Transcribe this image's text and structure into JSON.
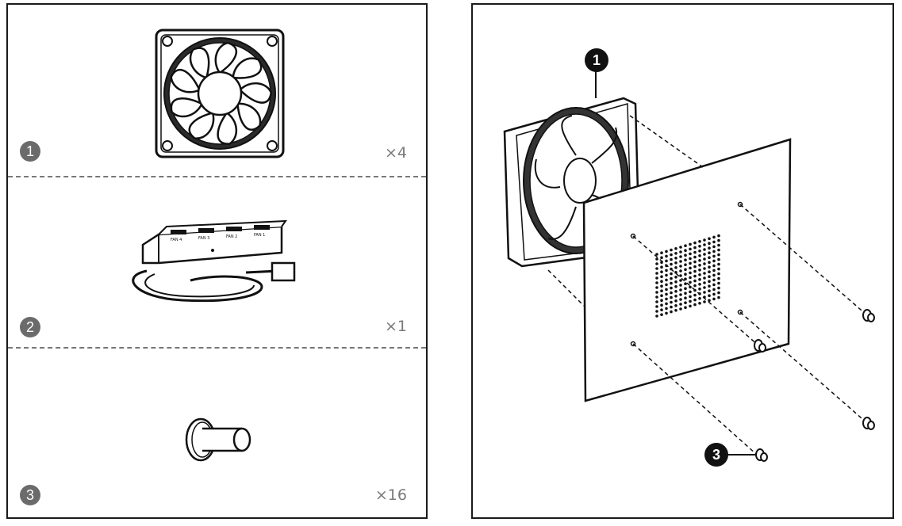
{
  "parts": [
    {
      "number": "1",
      "item_icon": "fan-icon",
      "quantity": "×4"
    },
    {
      "number": "2",
      "item_icon": "fan-hub-icon",
      "quantity": "×1"
    },
    {
      "number": "3",
      "item_icon": "screw-icon",
      "quantity": "×16"
    }
  ],
  "assembly": {
    "callout_fan": "1",
    "callout_screw": "3"
  }
}
